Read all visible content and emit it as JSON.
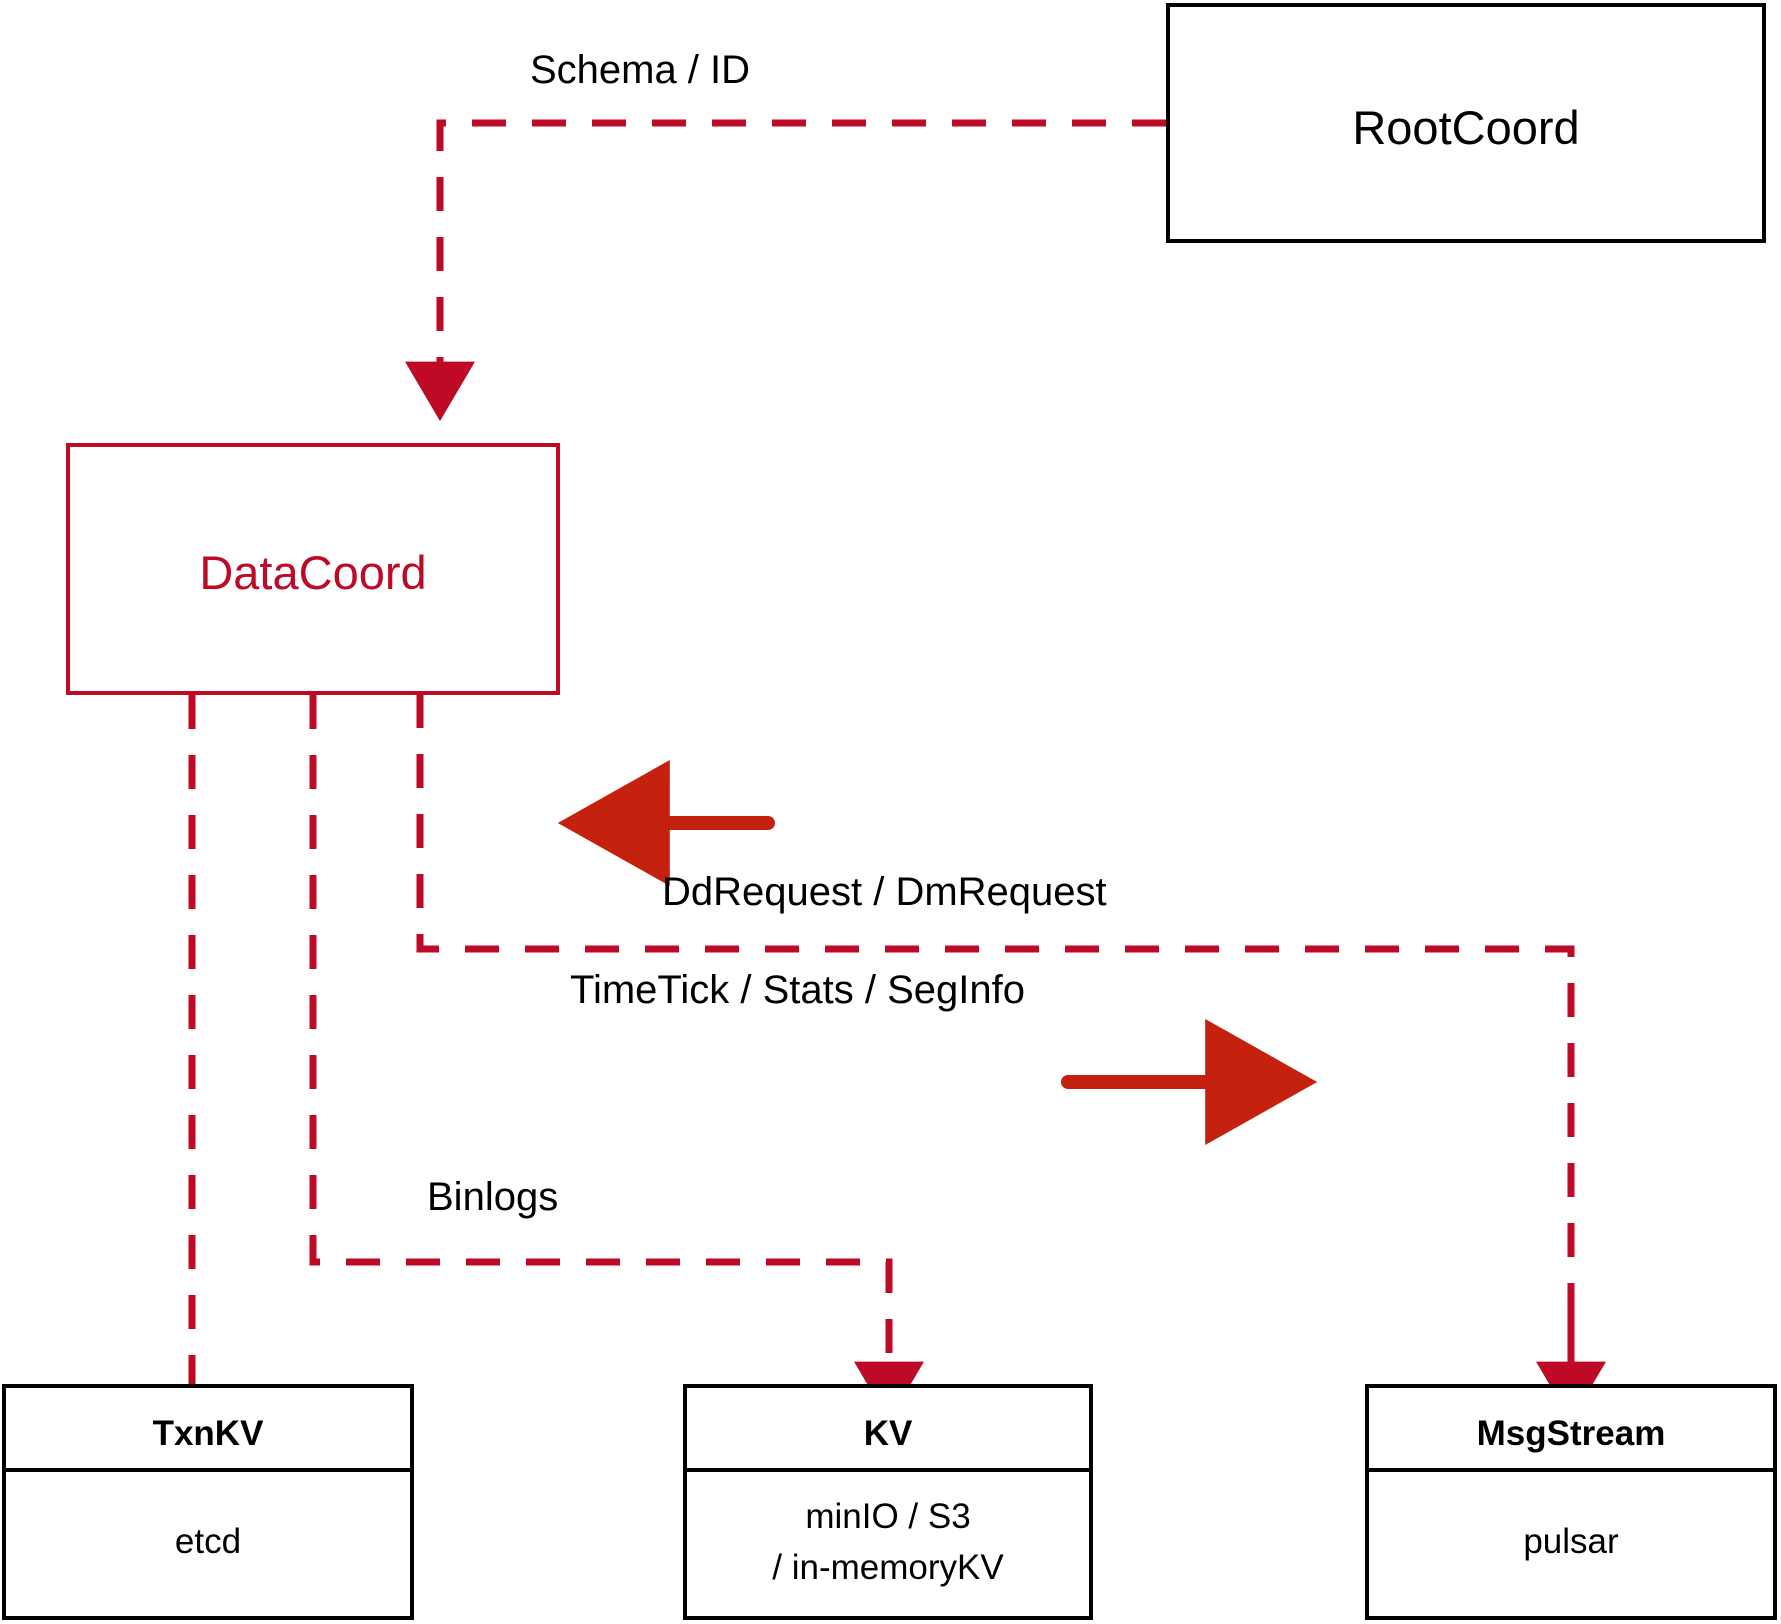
{
  "diagram": {
    "title": "DataCoord architecture",
    "colors": {
      "accent_red": "#BE0A26",
      "arrow_red": "#C4210E",
      "box_black": "#000000",
      "background": "#FFFFFF"
    },
    "nodes": [
      {
        "id": "rootcoord",
        "label": "RootCoord",
        "style": "black-outline",
        "compartments": []
      },
      {
        "id": "datacoord",
        "label": "DataCoord",
        "style": "red-outline",
        "compartments": []
      },
      {
        "id": "txnkv",
        "label": "TxnKV",
        "style": "black-outline-two-compartment",
        "compartments": [
          "etcd"
        ]
      },
      {
        "id": "kv",
        "label": "KV",
        "style": "black-outline-two-compartment",
        "compartments": [
          "minIO / S3",
          "/ in-memoryKV"
        ]
      },
      {
        "id": "msgstream",
        "label": "MsgStream",
        "style": "black-outline-two-compartment",
        "compartments": [
          "pulsar"
        ]
      }
    ],
    "edges": [
      {
        "id": "schema-id",
        "label": "Schema / ID",
        "from": "rootcoord",
        "to": "datacoord",
        "line": "dashed",
        "arrow": "down"
      },
      {
        "id": "ddrequest-dmrequest",
        "label": "DdRequest / DmRequest",
        "from": "msgstream",
        "to": "datacoord",
        "line": "solid-indicator",
        "arrow": "left"
      },
      {
        "id": "timetick-stats-seginfo",
        "label": "TimeTick / Stats / SegInfo",
        "from": "datacoord",
        "to": "msgstream",
        "line": "dashed",
        "arrow": "right"
      },
      {
        "id": "binlogs",
        "label": "Binlogs",
        "from": "datacoord",
        "to": "kv",
        "line": "dashed",
        "arrow": "down"
      },
      {
        "id": "datacoord-txnkv",
        "label": "",
        "from": "datacoord",
        "to": "txnkv",
        "line": "dashed",
        "arrow": "none"
      }
    ]
  }
}
